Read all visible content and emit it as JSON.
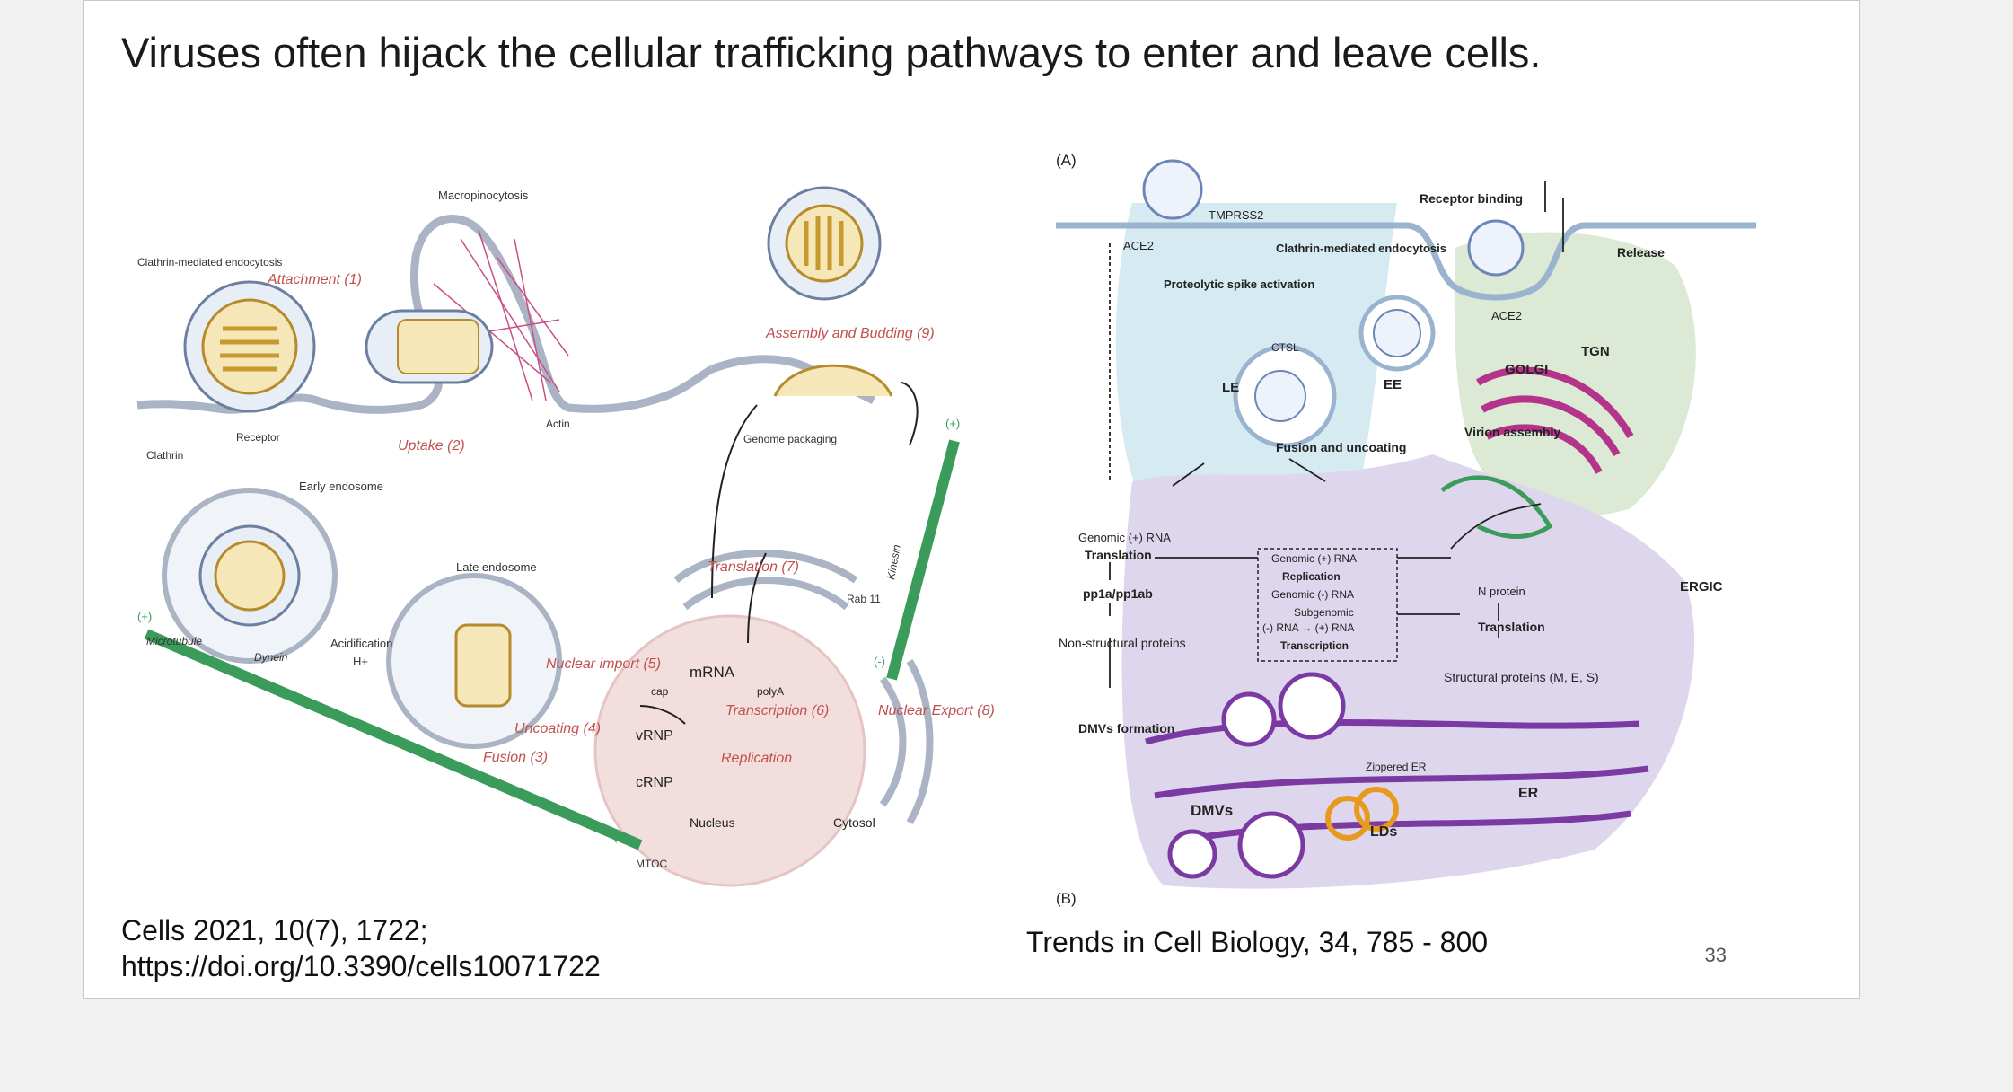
{
  "slide": {
    "title": "Viruses often hijack the cellular trafficking pathways to enter and leave cells.",
    "caption_left_line1": "Cells 2021, 10(7), 1722;",
    "caption_left_line2": "https://doi.org/10.3390/cells10071722",
    "caption_right": "Trends in Cell Biology, 34, 785 - 800",
    "page_number": "33"
  },
  "figure_left": {
    "macropinocytosis": "Macropinocytosis",
    "clathrin_endocytosis": "Clathrin-mediated endocytosis",
    "attachment": "Attachment (1)",
    "uptake": "Uptake (2)",
    "receptor": "Receptor",
    "clathrin": "Clathrin",
    "actin": "Actin",
    "early_endosome": "Early endosome",
    "late_endosome": "Late endosome",
    "acidification": "Acidification",
    "h_plus": "H+",
    "plus_left": "(+)",
    "microtubule": "Microtubule",
    "dynein": "Dynein",
    "nuclear_import": "Nuclear import (5)",
    "uncoating": "Uncoating (4)",
    "fusion": "Fusion (3)",
    "mrna": "mRNA",
    "cap": "cap",
    "polya": "polyA",
    "transcription": "Transcription (6)",
    "vrnp": "vRNP",
    "replication": "Replication",
    "crnp": "cRNP",
    "nucleus": "Nucleus",
    "cytosol": "Cytosol",
    "translation": "Translation (7)",
    "genome_packaging": "Genome packaging",
    "assembly_budding": "Assembly and Budding (9)",
    "rab11": "Rab 11",
    "kinesin": "Kinesin",
    "nuclear_export": "Nuclear Export (8)",
    "plus_right": "(+)",
    "minus_right": "(-)",
    "minus_bottom": "(-)",
    "mtoc": "MTOC"
  },
  "figure_right": {
    "panel_a": "(A)",
    "panel_b": "(B)",
    "ace2_left": "ACE2",
    "tmprss2": "TMPRSS2",
    "proteolytic": "Proteolytic spike activation",
    "receptor_binding": "Receptor binding",
    "clathrin_endocytosis": "Clathrin-mediated endocytosis",
    "ace2_right": "ACE2",
    "release": "Release",
    "ctsl": "CTSL",
    "le": "LE",
    "ee": "EE",
    "fusion_uncoating": "Fusion and uncoating",
    "tgn": "TGN",
    "golgi": "GOLGI",
    "virion_assembly": "Virion assembly",
    "genomic_rna": "Genomic (+) RNA",
    "translation": "Translation",
    "pp1a": "pp1a/pp1ab",
    "nonstructural": "Non-structural proteins",
    "dmvs_formation": "DMVs formation",
    "box_genomic_plus": "Genomic (+) RNA",
    "box_replication": "Replication",
    "box_genomic_minus": "Genomic (-) RNA",
    "box_subgenomic": "Subgenomic",
    "box_rna_conv": "(-) RNA → (+) RNA",
    "box_transcription": "Transcription",
    "n_protein": "N protein",
    "translation_right": "Translation",
    "structural_proteins": "Structural proteins (M, E, S)",
    "ergic": "ERGIC",
    "zippered_er": "Zippered ER",
    "er": "ER",
    "dmvs": "DMVs",
    "lds": "LDs"
  }
}
